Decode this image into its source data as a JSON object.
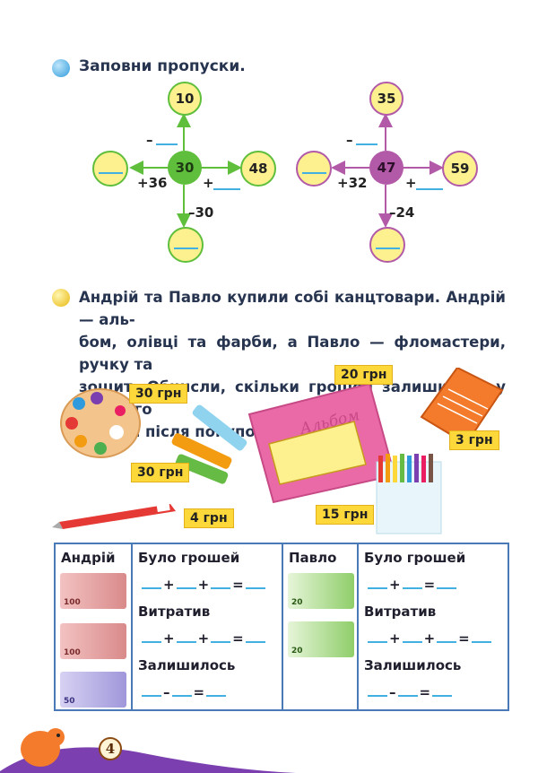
{
  "task1": {
    "instruction": "Заповни пропуски.",
    "left": {
      "center": "30",
      "top": "10",
      "right": "48",
      "op_top": "–",
      "op_left": "+36",
      "op_right": "+",
      "op_bottom": "–30",
      "colors": {
        "center": "#5fbf3c"
      }
    },
    "right": {
      "center": "47",
      "top": "35",
      "right": "59",
      "op_top": "–",
      "op_left": "+32",
      "op_right": "+",
      "op_bottom": "–24",
      "colors": {
        "center": "#b25aa8"
      }
    }
  },
  "task2": {
    "lines": [
      "Андрій та Павло купили собі канцтовари. Андрій — аль-",
      "бом, олівці та фарби, а Павло — фломастери, ручку та",
      "зошит. Обчисли, скільки грошей залишилось у кожного",
      "хлопця після покупок."
    ],
    "album_label": "Альбом",
    "prices": {
      "palette": "30 грн",
      "album": "20 грн",
      "notebook": "3 грн",
      "markers": "30 грн",
      "pen": "4 грн",
      "pencils": "15 грн"
    }
  },
  "table": {
    "andriy": {
      "name": "Андрій",
      "had": "Було грошей",
      "spent": "Витратив",
      "left": "Залишилось",
      "bills": [
        "100",
        "100",
        "50"
      ]
    },
    "pavlo": {
      "name": "Павло",
      "had": "Було грошей",
      "spent": "Витратив",
      "left": "Залишилось",
      "bills": [
        "20",
        "20"
      ]
    },
    "plus": "+",
    "minus": "–",
    "equals": "="
  },
  "page_number": "4"
}
